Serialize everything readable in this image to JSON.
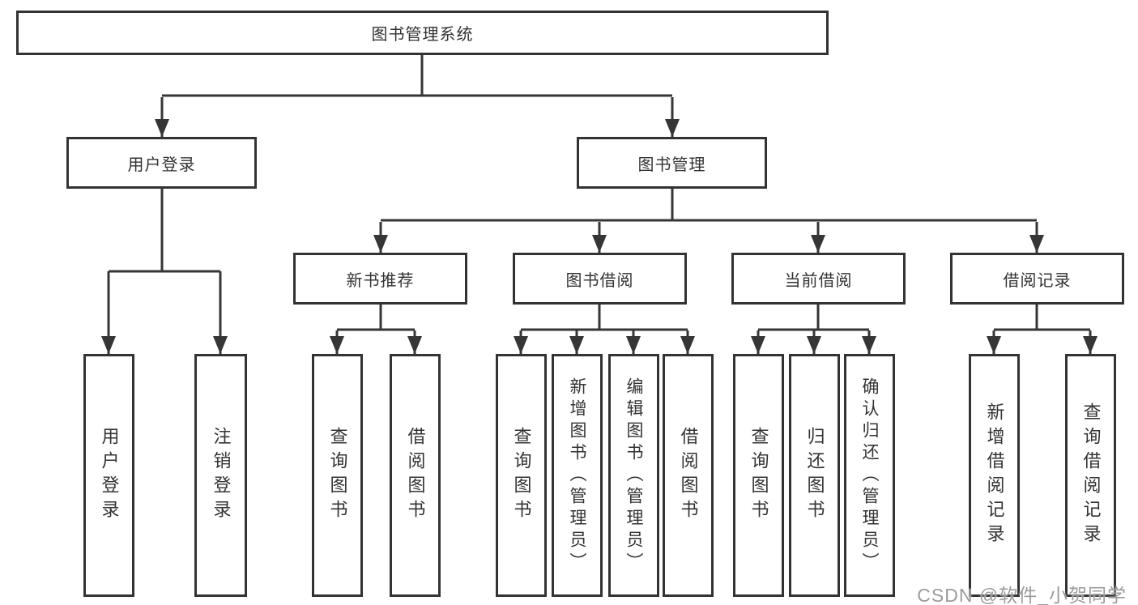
{
  "diagram": {
    "type": "function-structure-tree",
    "root": {
      "label": "图书管理系统"
    },
    "branches": [
      {
        "label": "用户登录",
        "children": [
          {
            "label": "用户登录"
          },
          {
            "label": "注销登录"
          }
        ]
      },
      {
        "label": "图书管理",
        "children": [
          {
            "label": "新书推荐",
            "children": [
              {
                "label": "查询图书"
              },
              {
                "label": "借阅图书"
              }
            ]
          },
          {
            "label": "图书借阅",
            "children": [
              {
                "label": "查询图书"
              },
              {
                "label": "新增图书（管理员）"
              },
              {
                "label": "编辑图书（管理员）"
              },
              {
                "label": "借阅图书"
              }
            ]
          },
          {
            "label": "当前借阅",
            "children": [
              {
                "label": "查询图书"
              },
              {
                "label": "归还图书"
              },
              {
                "label": "确认归还（管理员）"
              }
            ]
          },
          {
            "label": "借阅记录",
            "children": [
              {
                "label": "新增借阅记录"
              },
              {
                "label": "查询借阅记录"
              }
            ]
          }
        ]
      }
    ]
  },
  "watermark": {
    "text": "CSDN @软件_小贺同学"
  },
  "colors": {
    "line": "#363636",
    "border": "#333333",
    "text": "#333333",
    "watermark": "#9b9b9b",
    "background": "#ffffff"
  }
}
